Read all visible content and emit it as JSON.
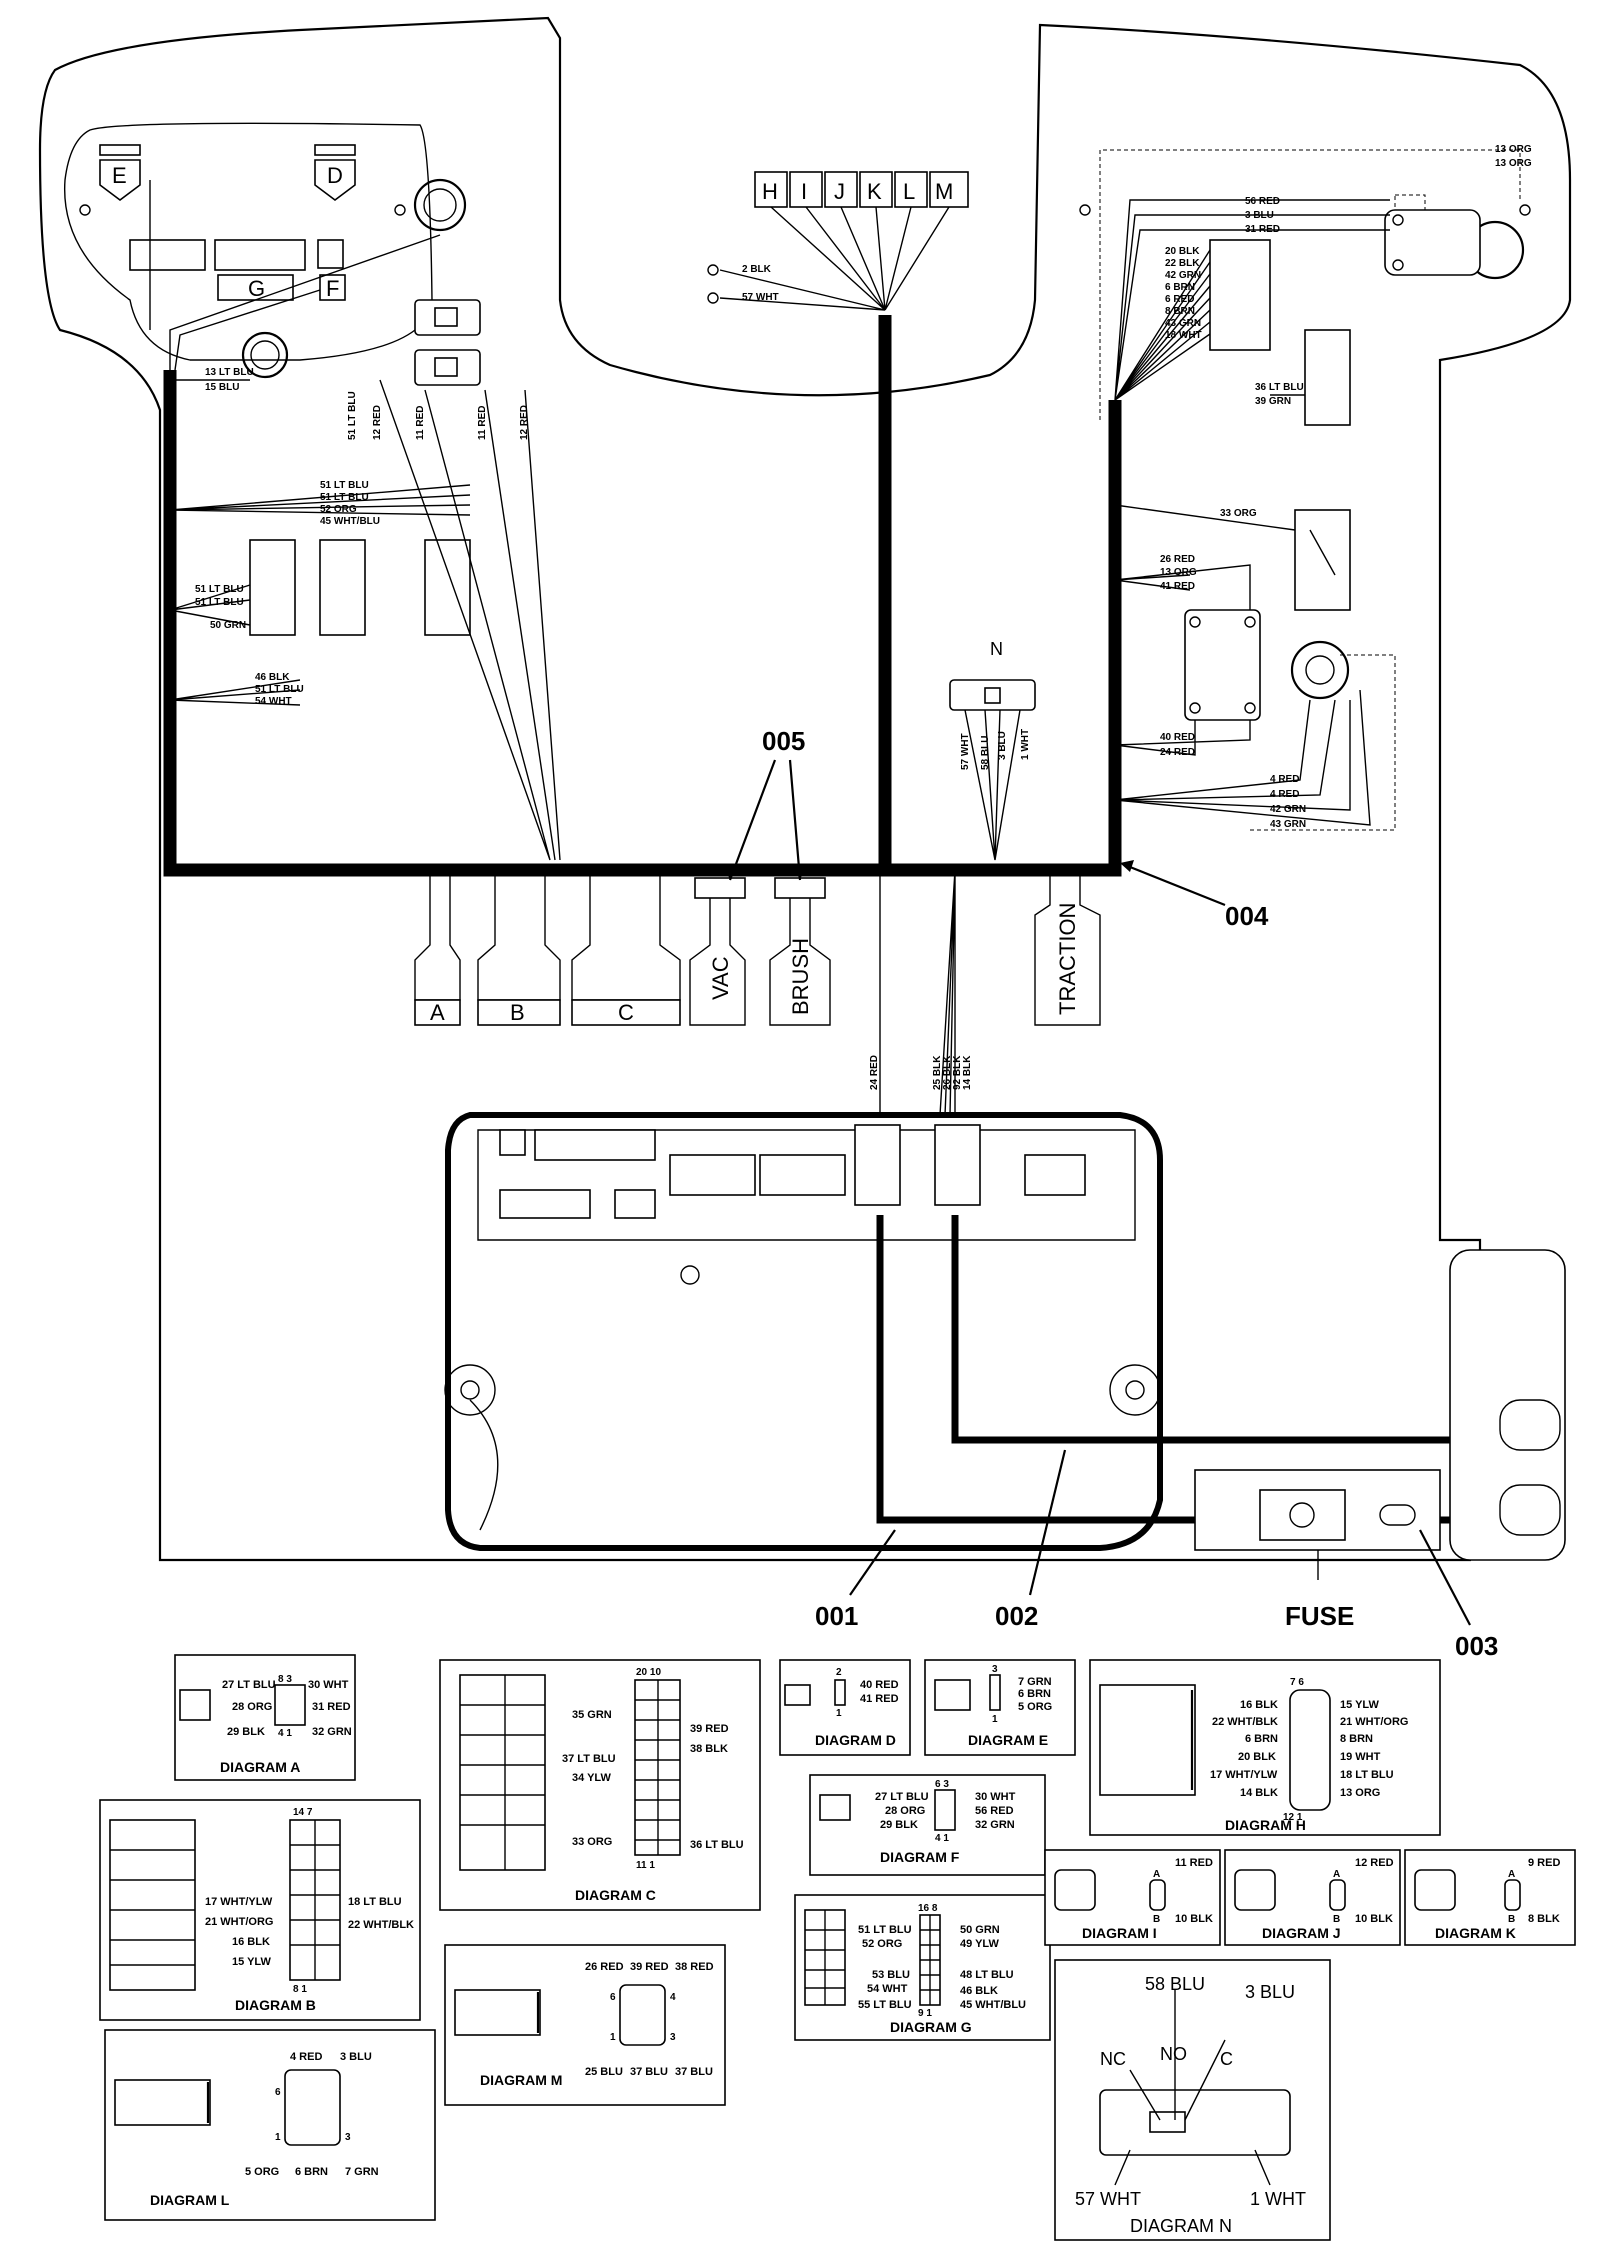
{
  "dash_connectors": {
    "e": "E",
    "d": "D",
    "g": "G",
    "f": "F"
  },
  "top_connectors": [
    "H",
    "I",
    "J",
    "K",
    "L",
    "M"
  ],
  "bottom_connectors": {
    "a": "A",
    "b": "B",
    "c": "C",
    "vac": "VAC",
    "brush": "BRUSH",
    "traction": "TRACTION"
  },
  "switch_n": "N",
  "callouts": {
    "c001": "001",
    "c002": "002",
    "c003": "003",
    "c004": "004",
    "c005": "005",
    "fuse": "FUSE"
  },
  "wires": {
    "w2blk": "2 BLK",
    "w57wht": "57 WHT",
    "w13ltblu": "13 LT BLU",
    "w15blu": "15 BLU",
    "w51ltblu_v": "51 LT BLU",
    "w12red_v1": "12 RED",
    "w11red_v1": "11 RED",
    "w11red_v2": "11 RED",
    "w12red_v2": "12 RED",
    "w51ltblu_a": "51 LT BLU",
    "w51ltblu_b": "51 LT BLU",
    "w52org": "52 ORG",
    "w45whtblu": "45 WHT/BLU",
    "w51ltblu_c": "51 LT BLU",
    "w51ltblu_d": "51 LT BLU",
    "w50grn": "50 GRN",
    "w46blk": "46 BLK",
    "w51ltblu_e": "51 LT BLU",
    "w54wht": "54 WHT",
    "w13org_a": "13 ORG",
    "w13org_b": "13 ORG",
    "w56red": "56 RED",
    "w3blu": "3 BLU",
    "w31red": "31 RED",
    "w20blk": "20 BLK",
    "w22blk": "22 BLK",
    "w42grn": "42 GRN",
    "w6brn": "6 BRN",
    "w6red": "6 RED",
    "w8brn": "8 BRN",
    "w43grn_r": "43 GRN",
    "w18wht": "18 WHT",
    "w36ltblu": "36 LT BLU",
    "w39grn": "39 GRN",
    "w33org": "33 ORG",
    "w26red": "26 RED",
    "w13org_c": "13 ORG",
    "w41red": "41 RED",
    "w40red": "40 RED",
    "w24red": "24 RED",
    "w4red_a": "4 RED",
    "w4red_b": "4 RED",
    "w42grn_b": "42 GRN",
    "w43grn_b": "43 GRN",
    "n57wht": "57 WHT",
    "n58blu": "58 BLU",
    "n3blu": "3 BLU",
    "n1wht": "1 WHT",
    "v24red": "24 RED",
    "v25blk": "25 BLK",
    "v26blk": "26 BLK",
    "v92blk": "92 BLK",
    "v14blk": "14 BLK"
  },
  "diagrams": {
    "a": {
      "title": "DIAGRAM A",
      "pins_top": "8 3",
      "pins_bot": "4 1",
      "labels": [
        "27 LT BLU",
        "28 ORG",
        "29 BLK",
        "30 WHT",
        "31 RED",
        "32 GRN"
      ]
    },
    "b": {
      "title": "DIAGRAM B",
      "pins_top": "14  7",
      "pins_bot": "8   1",
      "labels": [
        "17 WHT/YLW",
        "21 WHT/ORG",
        "16 BLK",
        "15 YLW",
        "18 LT BLU",
        "22 WHT/BLK"
      ]
    },
    "c": {
      "title": "DIAGRAM C",
      "pins_top": "20  10",
      "pins_bot": "11   1",
      "labels": [
        "35 GRN",
        "37 LT BLU",
        "34 YLW",
        "33 ORG",
        "39 RED",
        "38 BLK",
        "36 LT BLU"
      ]
    },
    "d": {
      "title": "DIAGRAM D",
      "pins_top": "2",
      "pins_bot": "1",
      "labels": [
        "40 RED",
        "41 RED"
      ]
    },
    "e": {
      "title": "DIAGRAM E",
      "pins_top": "3",
      "pins_bot": "1",
      "labels": [
        "7 GRN",
        "6 BRN",
        "5 ORG"
      ]
    },
    "f": {
      "title": "DIAGRAM F",
      "pins_top": "6 3",
      "pins_bot": "4 1",
      "labels": [
        "27 LT BLU",
        "28 ORG",
        "29 BLK",
        "30 WHT",
        "56 RED",
        "32 GRN"
      ]
    },
    "g": {
      "title": "DIAGRAM G",
      "pins_top": "16 8",
      "pins_bot": "9  1",
      "labels": [
        "51 LT BLU",
        "52 ORG",
        "53 BLU",
        "54 WHT",
        "55 LT BLU",
        "50 GRN",
        "49 YLW",
        "48 LT BLU",
        "46 BLK",
        "45 WHT/BLU"
      ]
    },
    "h": {
      "title": "DIAGRAM H",
      "pins_top": "7    6",
      "pins_bot": "12   1",
      "labels": [
        "16 BLK",
        "22 WHT/BLK",
        "6 BRN",
        "20 BLK",
        "17 WHT/YLW",
        "14 BLK",
        "15 YLW",
        "21 WHT/ORG",
        "8 BRN",
        "19 WHT",
        "18 LT BLU",
        "13 ORG"
      ]
    },
    "i": {
      "title": "DIAGRAM I",
      "pin_a": "A",
      "pin_b": "B",
      "labels": [
        "11 RED",
        "10 BLK"
      ]
    },
    "j": {
      "title": "DIAGRAM J",
      "pin_a": "A",
      "pin_b": "B",
      "labels": [
        "12 RED",
        "10 BLK"
      ]
    },
    "k": {
      "title": "DIAGRAM K",
      "pin_a": "A",
      "pin_b": "B",
      "labels": [
        "9 RED",
        "8 BLK"
      ]
    },
    "l": {
      "title": "DIAGRAM L",
      "pins": [
        "6",
        "1",
        "3"
      ],
      "labels": [
        "4 RED",
        "3 BLU",
        "5 ORG",
        "6 BRN",
        "7 GRN"
      ]
    },
    "m": {
      "title": "DIAGRAM M",
      "pins": [
        "6",
        "4",
        "1",
        "3"
      ],
      "labels": [
        "26 RED",
        "39 RED",
        "38 RED",
        "25 BLU",
        "37 BLU",
        "37 BLU"
      ]
    },
    "n": {
      "title": "DIAGRAM N",
      "labels": [
        "58 BLU",
        "3 BLU",
        "NC",
        "NO",
        "C",
        "57 WHT",
        "1 WHT"
      ]
    }
  }
}
